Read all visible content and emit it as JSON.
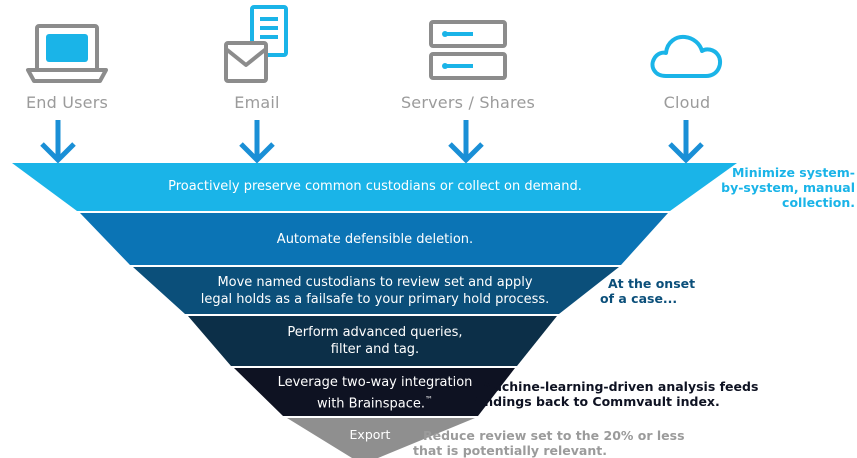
{
  "sources": [
    {
      "label": "End Users",
      "icon": "laptop-icon"
    },
    {
      "label": "Email",
      "icon": "email-document-icon"
    },
    {
      "label": "Servers / Shares",
      "icon": "server-icon"
    },
    {
      "label": "Cloud",
      "icon": "cloud-icon"
    }
  ],
  "funnel": {
    "stages": [
      {
        "text": "Proactively preserve common custodians or collect on demand.",
        "color": "#1ab4e8"
      },
      {
        "text": "Automate defensible deletion.",
        "color": "#0b74b5"
      },
      {
        "text": "Move named custodians to review set and apply legal holds as a failsafe to your primary hold process.",
        "line1": "Move named custodians to review set and apply",
        "line2": "legal holds as a failsafe to your primary hold process.",
        "color": "#0b4f7a"
      },
      {
        "text": "Perform advanced queries, filter and tag.",
        "line1": "Perform advanced queries,",
        "line2": "filter and tag.",
        "color": "#0c2f48"
      },
      {
        "text": "Leverage two-way integration with Brainspace.™",
        "line1": "Leverage two-way integration",
        "line2": "with Brainspace.",
        "tm": "™",
        "color": "#0e1222"
      },
      {
        "text": "Export",
        "color": "#8f8f8f"
      }
    ]
  },
  "notes": {
    "minimize": {
      "line1": "Minimize system-",
      "line2": "by-system, manual",
      "line3": "collection.",
      "color": "#1ab4e8"
    },
    "onset": {
      "line1": "At the onset",
      "line2": "of a case...",
      "color": "#0b4f7a"
    },
    "ml": {
      "line1": "Machine-learning-driven analysis feeds",
      "line2": "findings back to Commvault index.",
      "color": "#0e1222"
    },
    "reduce": {
      "line1": "Reduce review set to the 20% or less",
      "line2": "that is potentially relevant.",
      "color": "#9b9b9b"
    }
  },
  "colors": {
    "icon": "#8c8c8c",
    "icon_accent": "#1ab4e8",
    "arrow": "#1a8fd6"
  }
}
